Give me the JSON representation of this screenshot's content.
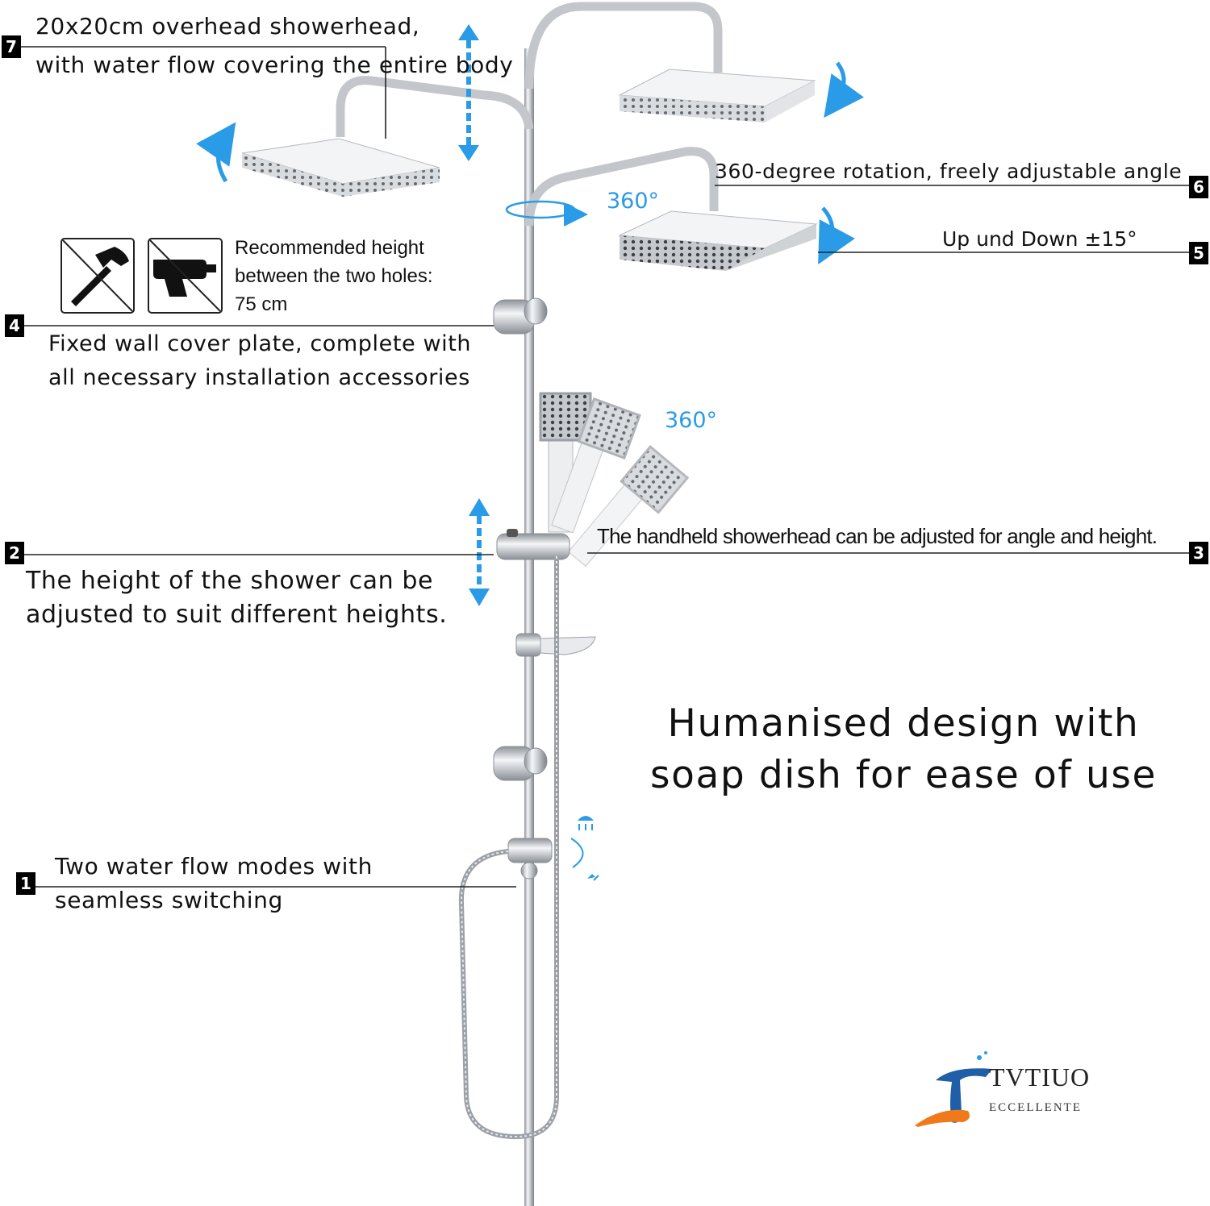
{
  "callouts": {
    "c7": {
      "number": "7",
      "line1": "20x20cm overhead showerhead,",
      "line2": "with water flow covering the entire body"
    },
    "c6": {
      "number": "6",
      "text": "360-degree rotation, freely adjustable angle"
    },
    "c5": {
      "number": "5",
      "text": "Up und Down ±15°"
    },
    "c4": {
      "number": "4",
      "line1": "Fixed wall cover plate, complete with",
      "line2": "all necessary installation accessories"
    },
    "c3": {
      "number": "3",
      "text": "The handheld showerhead can be adjusted for angle and height."
    },
    "c2": {
      "number": "2",
      "line1": "The height of the shower can be",
      "line2": "adjusted to suit different heights."
    },
    "c1": {
      "number": "1",
      "line1": "Two water flow modes with",
      "line2": "seamless switching"
    }
  },
  "rotation_labels": {
    "top": "360°",
    "handheld": "360°"
  },
  "installation": {
    "line1": "Recommended height",
    "line2": "between the two holes:",
    "line3": "75 cm"
  },
  "headline": {
    "line1": "Humanised design with",
    "line2": "soap dish for ease of use"
  },
  "brand": {
    "name": "TVTIUO",
    "tagline": "ECCELLENTE"
  },
  "icons": [
    "no-hammer-icon",
    "no-drill-icon",
    "rain-mode-icon",
    "spray-mode-icon",
    "rotate-arrow-icon",
    "height-arrow-icon"
  ],
  "colors": {
    "accent": "#2a9be6",
    "text": "#111111",
    "chrome": "#b8bcc2",
    "brand_blue": "#1f5fa8",
    "brand_orange": "#f07a1a"
  }
}
